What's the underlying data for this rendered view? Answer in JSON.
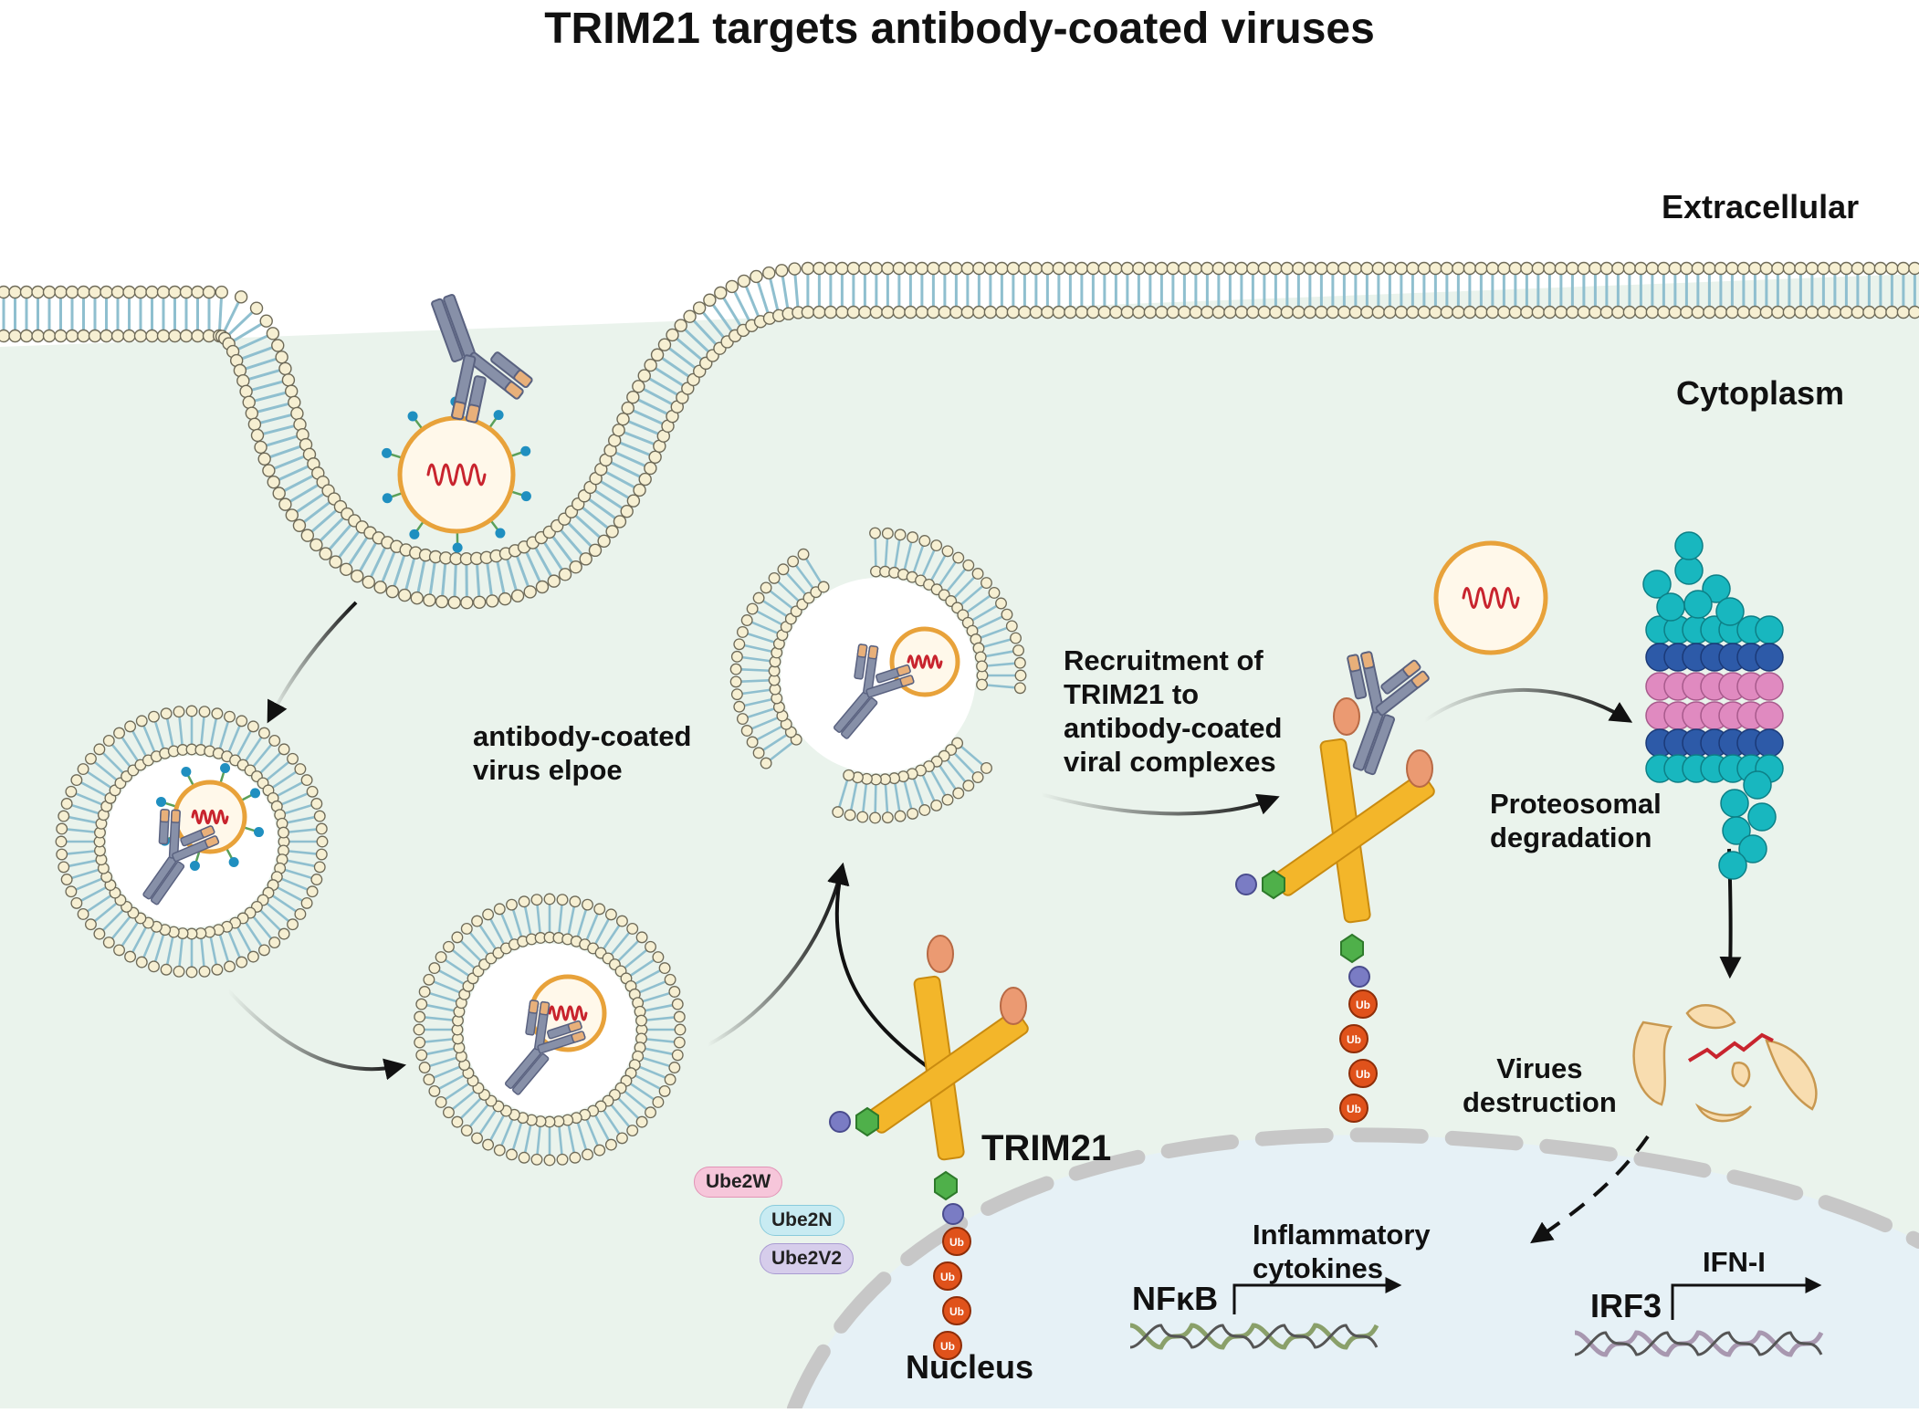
{
  "title": "TRIM21 targets antibody-coated viruses",
  "regions": {
    "extracellular": "Extracellular",
    "cytoplasm": "Cytoplasm",
    "nucleus": "Nucleus"
  },
  "steps": {
    "antibody_virus": "antibody-coated\nvirus elpoe",
    "recruitment": "Recruitment of\nTRIM21 to\nantibody-coated\nviral complexes",
    "proteasomal": "Proteosomal\ndegradation",
    "destruction": "Virues\ndestruction"
  },
  "trim21_label": "TRIM21",
  "ubiquitin_label": "Ub",
  "enzymes": [
    "Ube2W",
    "Ube2N",
    "Ube2V2"
  ],
  "nucleus_genes": {
    "nfkb": {
      "factor": "NFκB",
      "output": "Inflammatory\ncytokines"
    },
    "irf3": {
      "factor": "IRF3",
      "output": "IFN-I"
    }
  },
  "colors": {
    "cytoplasm": "#eaf3ec",
    "nucleus": "#e6f1f6",
    "membrane_head": "#f6efd2",
    "membrane_tail": "#8fbfcf",
    "antibody": "#8790a8",
    "antibody_tip": "#e8b07a",
    "virus_capsid": "#e8a23a",
    "viral_rna": "#c8242e",
    "trim21_rod": "#f3b62a",
    "trim21_head": "#eb9a72",
    "ubiquitin": "#e0521b",
    "proteasome_teal": "#18b7bf",
    "proteasome_blue": "#2d5aa8",
    "proteasome_pink": "#e08ac0"
  }
}
